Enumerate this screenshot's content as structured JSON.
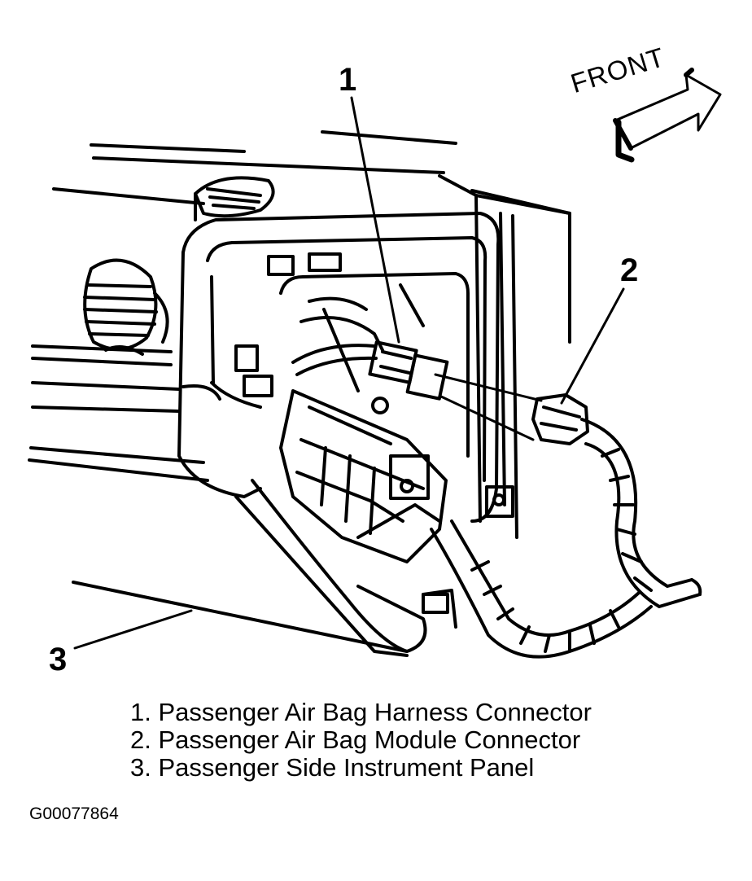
{
  "figure": {
    "front_label": "FRONT",
    "callouts": [
      "1",
      "2",
      "3"
    ],
    "legend": [
      "1. Passenger Air Bag Harness Connector",
      "2. Passenger Air Bag Module Connector",
      "3. Passenger Side Instrument Panel"
    ],
    "figure_id": "G00077864"
  }
}
